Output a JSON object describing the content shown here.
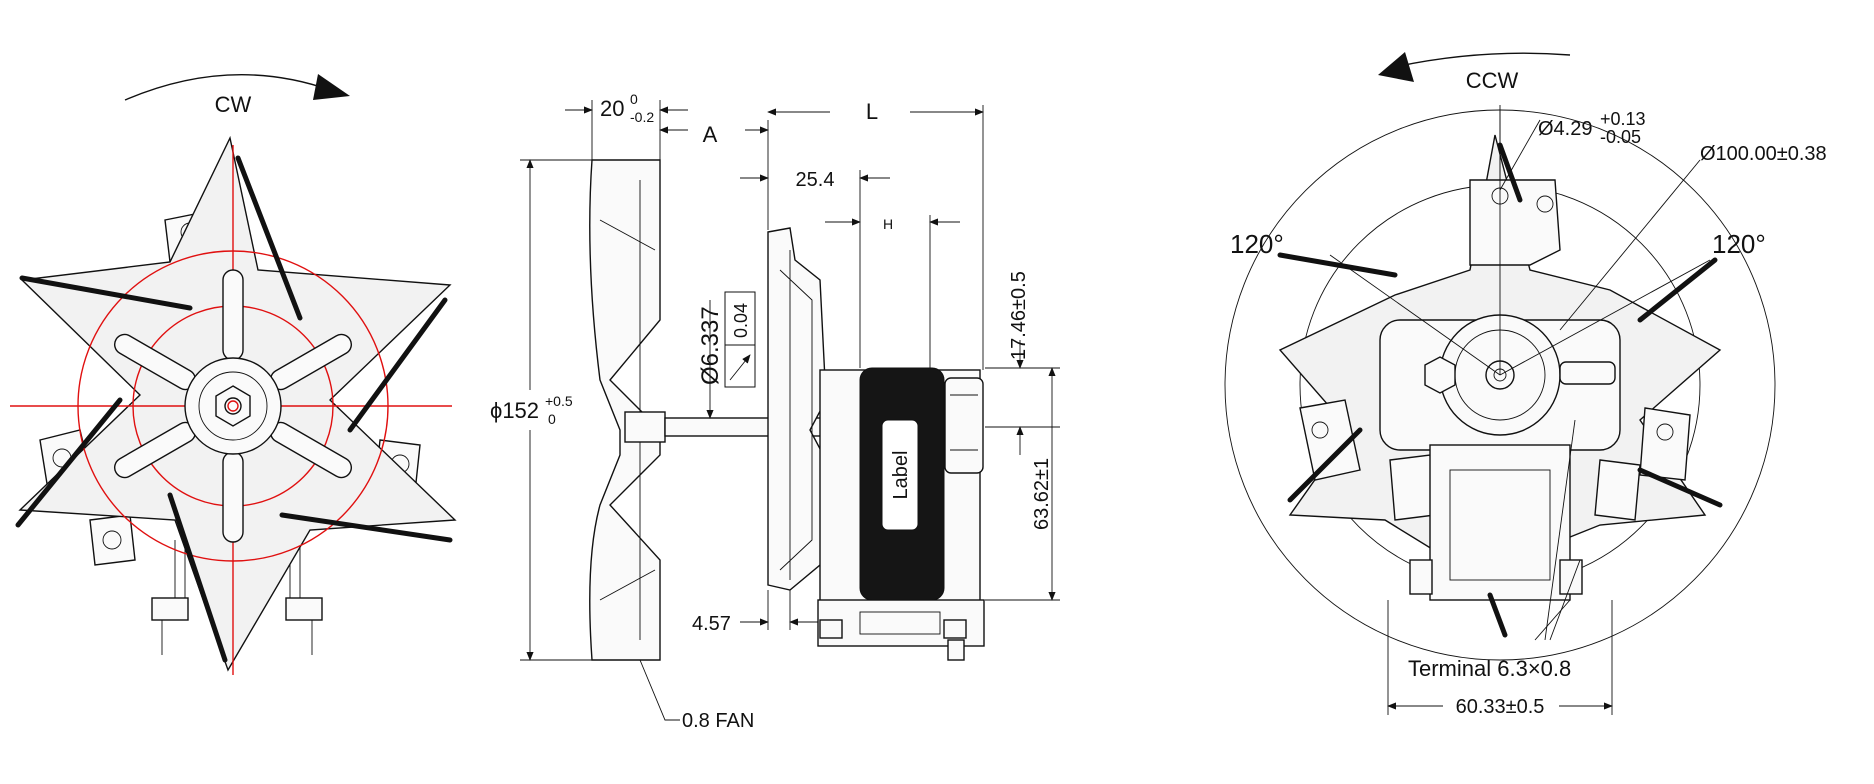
{
  "left_view": {
    "rotation_label": "CW"
  },
  "side_view": {
    "dim_top_thickness": "20",
    "dim_top_thickness_upper": "0",
    "dim_top_thickness_lower": "-0.2",
    "dim_a": "A",
    "dim_l": "L",
    "dim_25_4": "25.4",
    "dim_h": "H",
    "dim_fan_diameter": "ϕ152",
    "dim_fan_diameter_upper": "+0.5",
    "dim_fan_diameter_lower": "0",
    "dim_shaft": "Ø6.337",
    "dim_runout": "0.04",
    "dim_17_46": "17.46±0.5",
    "dim_63_62": "63.62±1",
    "dim_4_57": "4.57",
    "coil_label": "Label",
    "fan_note": "0.8  FAN"
  },
  "right_view": {
    "rotation_label": "CCW",
    "hole_diameter": "Ø4.29",
    "hole_tol_upper": "+0.13",
    "hole_tol_lower": "-0.05",
    "circle_diameter": "Ø100.00±0.38",
    "angle_left": "120°",
    "angle_right": "120°",
    "terminal_label": "Terminal 6.3×0.8",
    "width_label": "60.33±0.5"
  }
}
